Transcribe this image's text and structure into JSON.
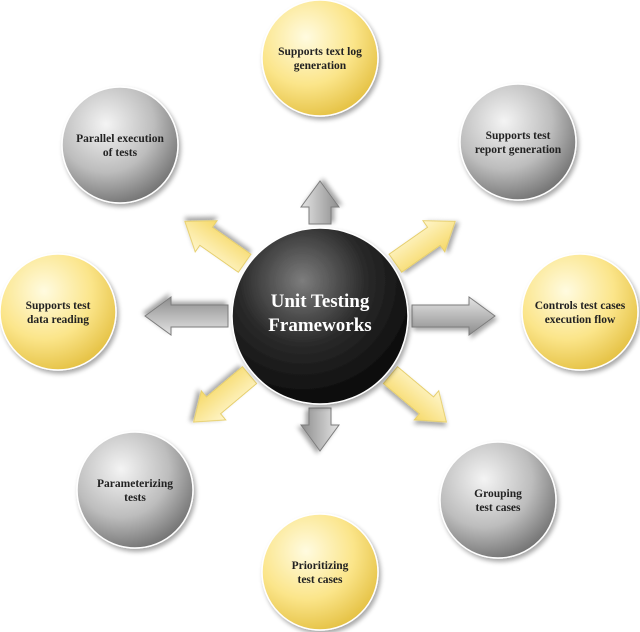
{
  "center": {
    "line1": "Unit Testing",
    "line2": "Frameworks"
  },
  "nodes": [
    {
      "id": "top",
      "lines": [
        "Supports text log",
        "generation"
      ],
      "color": "yellow",
      "arrow": "gray"
    },
    {
      "id": "top-right",
      "lines": [
        "Supports test",
        "report generation"
      ],
      "color": "gray",
      "arrow": "yellow"
    },
    {
      "id": "right",
      "lines": [
        "Controls test cases",
        "execution flow"
      ],
      "color": "yellow",
      "arrow": "gray"
    },
    {
      "id": "bottom-right",
      "lines": [
        "Grouping",
        "test cases"
      ],
      "color": "gray",
      "arrow": "yellow"
    },
    {
      "id": "bottom",
      "lines": [
        "Prioritizing",
        "test cases"
      ],
      "color": "yellow",
      "arrow": "gray"
    },
    {
      "id": "bottom-left",
      "lines": [
        "Parameterizing",
        "tests"
      ],
      "color": "gray",
      "arrow": "yellow"
    },
    {
      "id": "left",
      "lines": [
        "Supports test",
        "data reading"
      ],
      "color": "yellow",
      "arrow": "gray"
    },
    {
      "id": "top-left",
      "lines": [
        "Parallel execution",
        "of tests"
      ],
      "color": "gray",
      "arrow": "yellow"
    }
  ],
  "palette": {
    "yellow_light": "#fffbe0",
    "yellow_mid": "#fbe58a",
    "yellow_dark": "#e7c64a",
    "gray_light": "#f4f4f4",
    "gray_mid": "#b9b9b9",
    "gray_dark": "#6e6e6e",
    "center_light": "#7a7a7a",
    "center_dark": "#000000",
    "arrow_yellow": "#fde79a",
    "arrow_yellow_edge": "#e6cf6d",
    "arrow_gray": "#b5b5b5",
    "arrow_gray_edge": "#7d7d7d"
  }
}
